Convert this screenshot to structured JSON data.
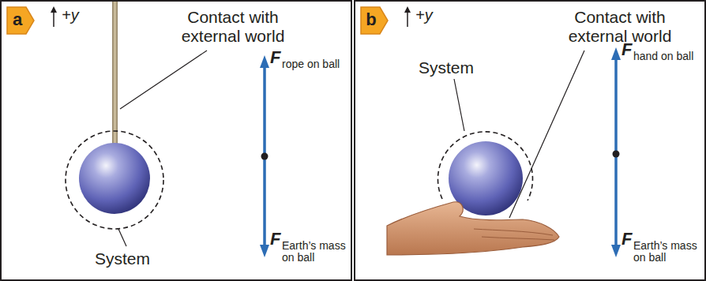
{
  "diagram": {
    "nodes": [
      {
        "text": [
          "a"
        ]
      },
      {
        "text": [
          "b"
        ]
      }
    ],
    "labels": [
      "+y",
      "Contact with external world",
      "System",
      "F",
      "rope on ball",
      "F",
      "Earth’s mass on ball",
      "+y",
      "Contact with external world",
      "System",
      "F",
      "hand on ball",
      "F",
      "Earth’s mass on ball"
    ]
  }
}
